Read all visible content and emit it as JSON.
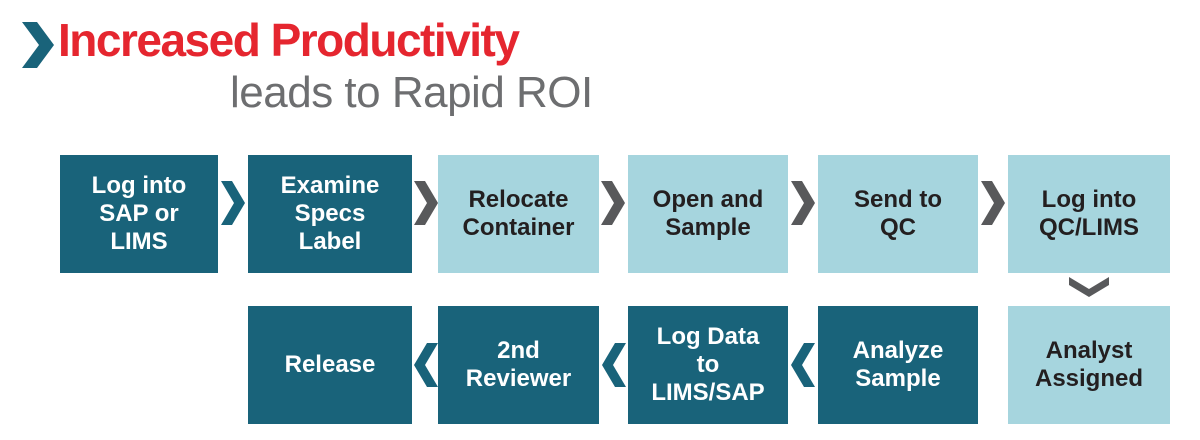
{
  "header": {
    "title": "Increased Productivity",
    "subtitle": "leads to Rapid ROI",
    "chevron_icon": "chevron-right-icon"
  },
  "colors": {
    "brand-red": "#E5262F",
    "dark-teal": "#19637A",
    "light-blue": "#A6D5DE",
    "arrow-gray": "#58595B",
    "dark-text": "#231F20",
    "subtitle-gray": "#6D6E70",
    "white": "#FFFFFF"
  },
  "flow": {
    "top_row": [
      {
        "label": "Log into\nSAP or\nLIMS",
        "variant": "dark"
      },
      {
        "label": "Examine\nSpecs\nLabel",
        "variant": "dark"
      },
      {
        "label": "Relocate\nContainer",
        "variant": "light"
      },
      {
        "label": "Open and\nSample",
        "variant": "light"
      },
      {
        "label": "Send to\nQC",
        "variant": "light"
      },
      {
        "label": "Log into\nQC/LIMS",
        "variant": "light"
      }
    ],
    "top_row_arrows": [
      {
        "direction": "right",
        "color": "teal"
      },
      {
        "direction": "right",
        "color": "gray"
      },
      {
        "direction": "right",
        "color": "gray"
      },
      {
        "direction": "right",
        "color": "gray"
      },
      {
        "direction": "right",
        "color": "gray"
      }
    ],
    "connector_arrow": {
      "direction": "down",
      "color": "gray"
    },
    "bottom_row": [
      {
        "label": "Release",
        "variant": "dark"
      },
      {
        "label": "2nd\nReviewer",
        "variant": "dark"
      },
      {
        "label": "Log Data\nto\nLIMS/SAP",
        "variant": "dark"
      },
      {
        "label": "Analyze\nSample",
        "variant": "dark"
      },
      {
        "label": "Analyst\nAssigned",
        "variant": "light"
      }
    ],
    "bottom_row_arrows": [
      {
        "direction": "left",
        "color": "teal"
      },
      {
        "direction": "left",
        "color": "teal"
      },
      {
        "direction": "left",
        "color": "teal"
      }
    ]
  }
}
